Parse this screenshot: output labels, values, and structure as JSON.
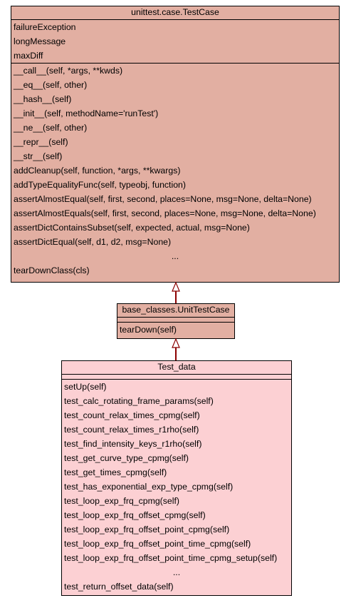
{
  "colors": {
    "parent_fill": "#e2afa2",
    "child_fill": "#fcd0d3",
    "inheritance_edge": "#8b0000"
  },
  "classes": {
    "testcase": {
      "name": "unittest.case.TestCase",
      "attributes": [
        "failureException",
        "longMessage",
        "maxDiff"
      ],
      "methods": [
        "__call__(self, *args, **kwds)",
        "__eq__(self, other)",
        "__hash__(self)",
        "__init__(self, methodName='runTest')",
        "__ne__(self, other)",
        "__repr__(self)",
        "__str__(self)",
        "addCleanup(self, function, *args, **kwargs)",
        "addTypeEqualityFunc(self, typeobj, function)",
        "assertAlmostEqual(self, first, second, places=None, msg=None, delta=None)",
        "assertAlmostEquals(self, first, second, places=None, msg=None, delta=None)",
        "assertDictContainsSubset(self, expected, actual, msg=None)",
        "assertDictEqual(self, d1, d2, msg=None)",
        "...",
        "tearDownClass(cls)"
      ]
    },
    "unittestcase": {
      "name": "base_classes.UnitTestCase",
      "attributes": [],
      "methods": [
        "tearDown(self)"
      ]
    },
    "testdata": {
      "name": "Test_data",
      "attributes": [],
      "methods": [
        "setUp(self)",
        "test_calc_rotating_frame_params(self)",
        "test_count_relax_times_cpmg(self)",
        "test_count_relax_times_r1rho(self)",
        "test_find_intensity_keys_r1rho(self)",
        "test_get_curve_type_cpmg(self)",
        "test_get_times_cpmg(self)",
        "test_has_exponential_exp_type_cpmg(self)",
        "test_loop_exp_frq_cpmg(self)",
        "test_loop_exp_frq_offset_cpmg(self)",
        "test_loop_exp_frq_offset_point_cpmg(self)",
        "test_loop_exp_frq_offset_point_time_cpmg(self)",
        "test_loop_exp_frq_offset_point_time_cpmg_setup(self)",
        "...",
        "test_return_offset_data(self)"
      ]
    }
  },
  "relations": [
    {
      "from": "unittestcase",
      "to": "testcase",
      "type": "inheritance"
    },
    {
      "from": "testdata",
      "to": "unittestcase",
      "type": "inheritance"
    }
  ]
}
